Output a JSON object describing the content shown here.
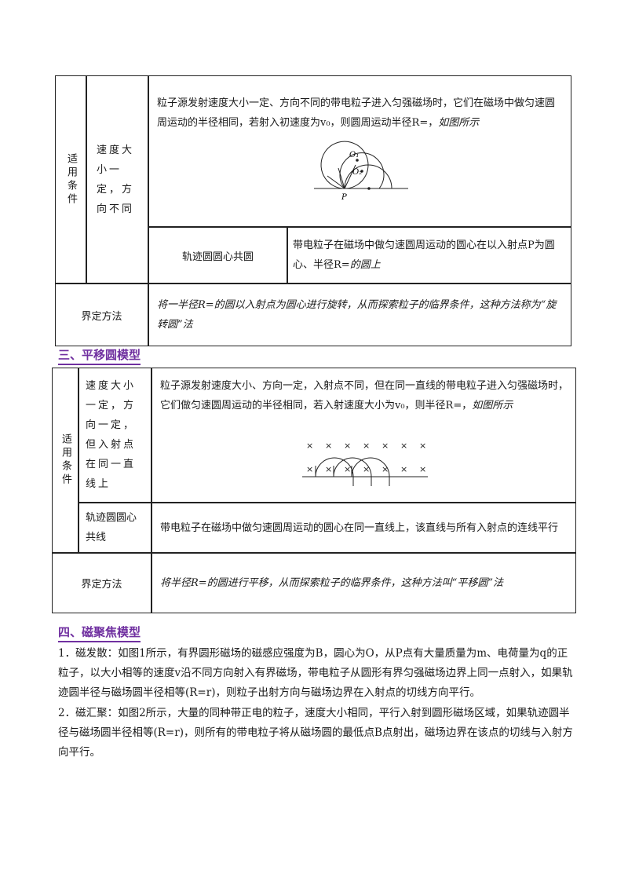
{
  "table1": {
    "row_header": "适用条件",
    "sub1_label": "速度大小一定，方向不同",
    "sub1_text_a": "粒子源发射速度大小一定、方向不同的带电粒子进入匀强磁场时，它们在磁场中做匀速圆周运动的半径相同，若射入初速度为v₀，则圆周运动半径R=，",
    "sub1_text_b": "如图所示",
    "figure_labels": [
      "O₁",
      "O₂",
      "P"
    ],
    "sub2_label": "轨迹圆圆心共圆",
    "sub2_text_a": "带电粒子在磁场中做匀速圆周运动的圆心在以入射点P为圆心、半径R=",
    "sub2_text_b": "的圆上",
    "method_label": "界定方法",
    "method_text": "将一半径R=的圆以入射点为圆心进行旋转，从而探索粒子的临界条件，这种方法称为“旋转圆”法"
  },
  "section3": {
    "title": "三、平移圆模型"
  },
  "table2": {
    "row_header": "适用条件",
    "sub1_label": "速度大小一定，方向一定，但入射点在同一直线上",
    "sub1_text_a": "粒子源发射速度大小、方向一定，入射点不同，但在同一直线的带电粒子进入匀强磁场时，它们做匀速圆周运动的半径相同，若入射速度大小为v₀，则半径R=，",
    "sub1_text_b": "如图所示",
    "cross_mark": "×",
    "sub2_label": "轨迹圆圆心共线",
    "sub2_text": "带电粒子在磁场中做匀速圆周运动的圆心在同一直线上，该直线与所有入射点的连线平行",
    "method_label": "界定方法",
    "method_text": "将半径R=的圆进行平移，从而探索粒子的临界条件，这种方法叫“平移圆”法"
  },
  "section4": {
    "title": "四、磁聚焦模型",
    "p1": "1．磁发散：如图1所示，有界圆形磁场的磁感应强度为B，圆心为O，从P点有大量质量为m、电荷量为q的正粒子，以大小相等的速度v沿不同方向射入有界磁场，带电粒子从圆形有界匀强磁场边界上同一点射入，如果轨迹圆半径与磁场圆半径相等(R=r)，则粒子出射方向与磁场边界在入射点的切线方向平行。",
    "p2": "2．磁汇聚：如图2所示，大量的同种带正电的粒子，速度大小相同，平行入射到圆形磁场区域，如果轨迹圆半径与磁场圆半径相等(R=r)，则所有的带电粒子将从磁场圆的最低点B点射出，磁场边界在该点的切线与入射方向平行。"
  }
}
